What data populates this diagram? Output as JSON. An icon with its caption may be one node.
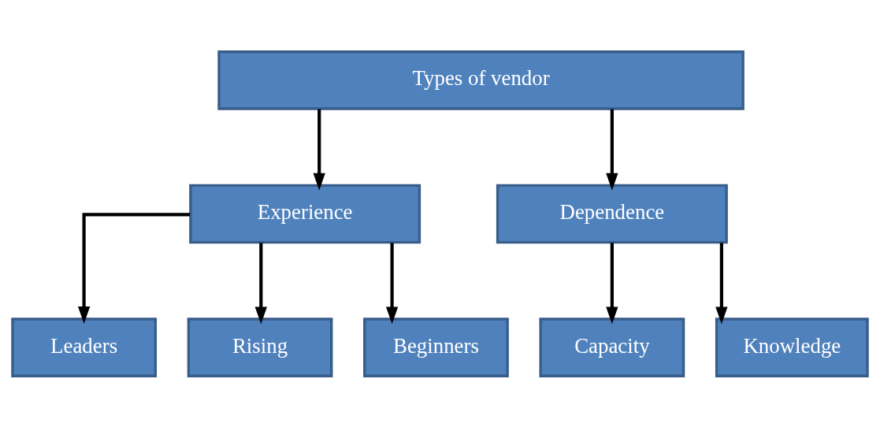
{
  "diagram": {
    "nodes": [
      {
        "text": [
          "Types of vendor"
        ]
      },
      {
        "text": [
          "Experience"
        ]
      },
      {
        "text": [
          "Dependence"
        ]
      },
      {
        "text": [
          "Leaders"
        ]
      },
      {
        "text": [
          "Rising"
        ]
      },
      {
        "text": [
          "Beginners"
        ]
      },
      {
        "text": [
          "Capacity"
        ]
      },
      {
        "text": [
          "Knowledge"
        ]
      }
    ],
    "edges": [
      {
        "from": 0,
        "to": 1,
        "arrow": "to"
      },
      {
        "from": 0,
        "to": 2,
        "arrow": "to"
      },
      {
        "from": 1,
        "to": 3,
        "arrow": "to"
      },
      {
        "from": 1,
        "to": 4,
        "arrow": "to"
      },
      {
        "from": 1,
        "to": 5,
        "arrow": "to"
      },
      {
        "from": 2,
        "to": 6,
        "arrow": "to"
      },
      {
        "from": 2,
        "to": 7,
        "arrow": "to"
      }
    ]
  }
}
